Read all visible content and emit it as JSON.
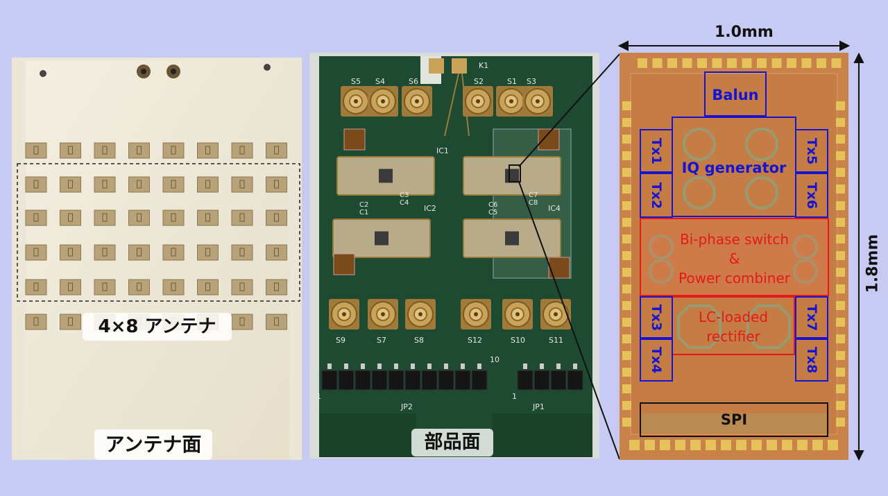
{
  "labels": {
    "antenna_array": "4×8 アンテナ",
    "antenna_side": "アンテナ面",
    "component_side": "部品面",
    "width": "1.0mm",
    "height": "1.8mm"
  },
  "pcb_silk": {
    "k1": "K1",
    "top_ports": [
      "S5",
      "S4",
      "S6",
      "S2",
      "S1",
      "S3"
    ],
    "bottom_ports": [
      "S9",
      "S7",
      "S8",
      "S12",
      "S10",
      "S11"
    ],
    "ics": [
      "IC1",
      "IC2",
      "IC4"
    ],
    "caps": [
      "C3",
      "C4",
      "C2",
      "C1",
      "C7",
      "C6",
      "C5",
      "C8"
    ],
    "jp1": "JP1",
    "jp2": "JP2",
    "pin_1": "1",
    "pin_10": "10"
  },
  "chip_blocks": {
    "balun": "Balun",
    "iq": "IQ generator",
    "tx1": "Tx1",
    "tx2": "Tx2",
    "tx3": "Tx3",
    "tx4": "Tx4",
    "tx5": "Tx5",
    "tx6": "Tx6",
    "tx7": "Tx7",
    "tx8": "Tx8",
    "biphase_1": "Bi-phase switch",
    "biphase_2": "&",
    "biphase_3": "Power combiner",
    "lc_1": "LC-loaded",
    "lc_2": "rectifier",
    "spi": "SPI"
  },
  "colors": {
    "background": "#c7cbf4",
    "blue_block": "#1414d2",
    "red_block": "#e31a1a",
    "pcb": "#1d4a30",
    "die": "#c8824a"
  }
}
